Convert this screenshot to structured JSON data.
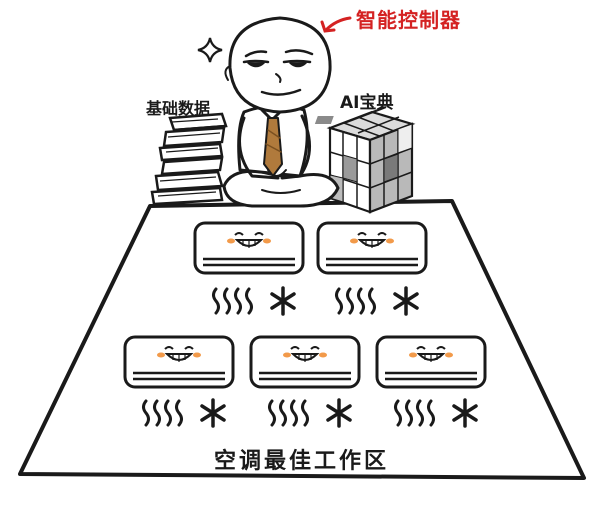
{
  "labels": {
    "controller": "智能控制器",
    "base_data": "基础数据",
    "ai_dictionary": "AI宝典",
    "work_zone": "空调最佳工作区"
  },
  "colors": {
    "ink": "#1a1a1a",
    "accent_red": "#d42222",
    "tie_brown": "#b07a3c",
    "cheek_orange": "#f29a4a",
    "cube_gray": "#9a9a9a",
    "cube_light": "#dcdcdc"
  },
  "air_conditioners": [
    {
      "row": "top",
      "index": 1
    },
    {
      "row": "top",
      "index": 2
    },
    {
      "row": "bottom",
      "index": 1
    },
    {
      "row": "bottom",
      "index": 2
    },
    {
      "row": "bottom",
      "index": 3
    }
  ],
  "icons": {
    "airflow": "wavy-airflow-icon",
    "cold": "snowflake-icon",
    "sparkle": "sparkle-icon",
    "arrow": "arrow-icon"
  }
}
